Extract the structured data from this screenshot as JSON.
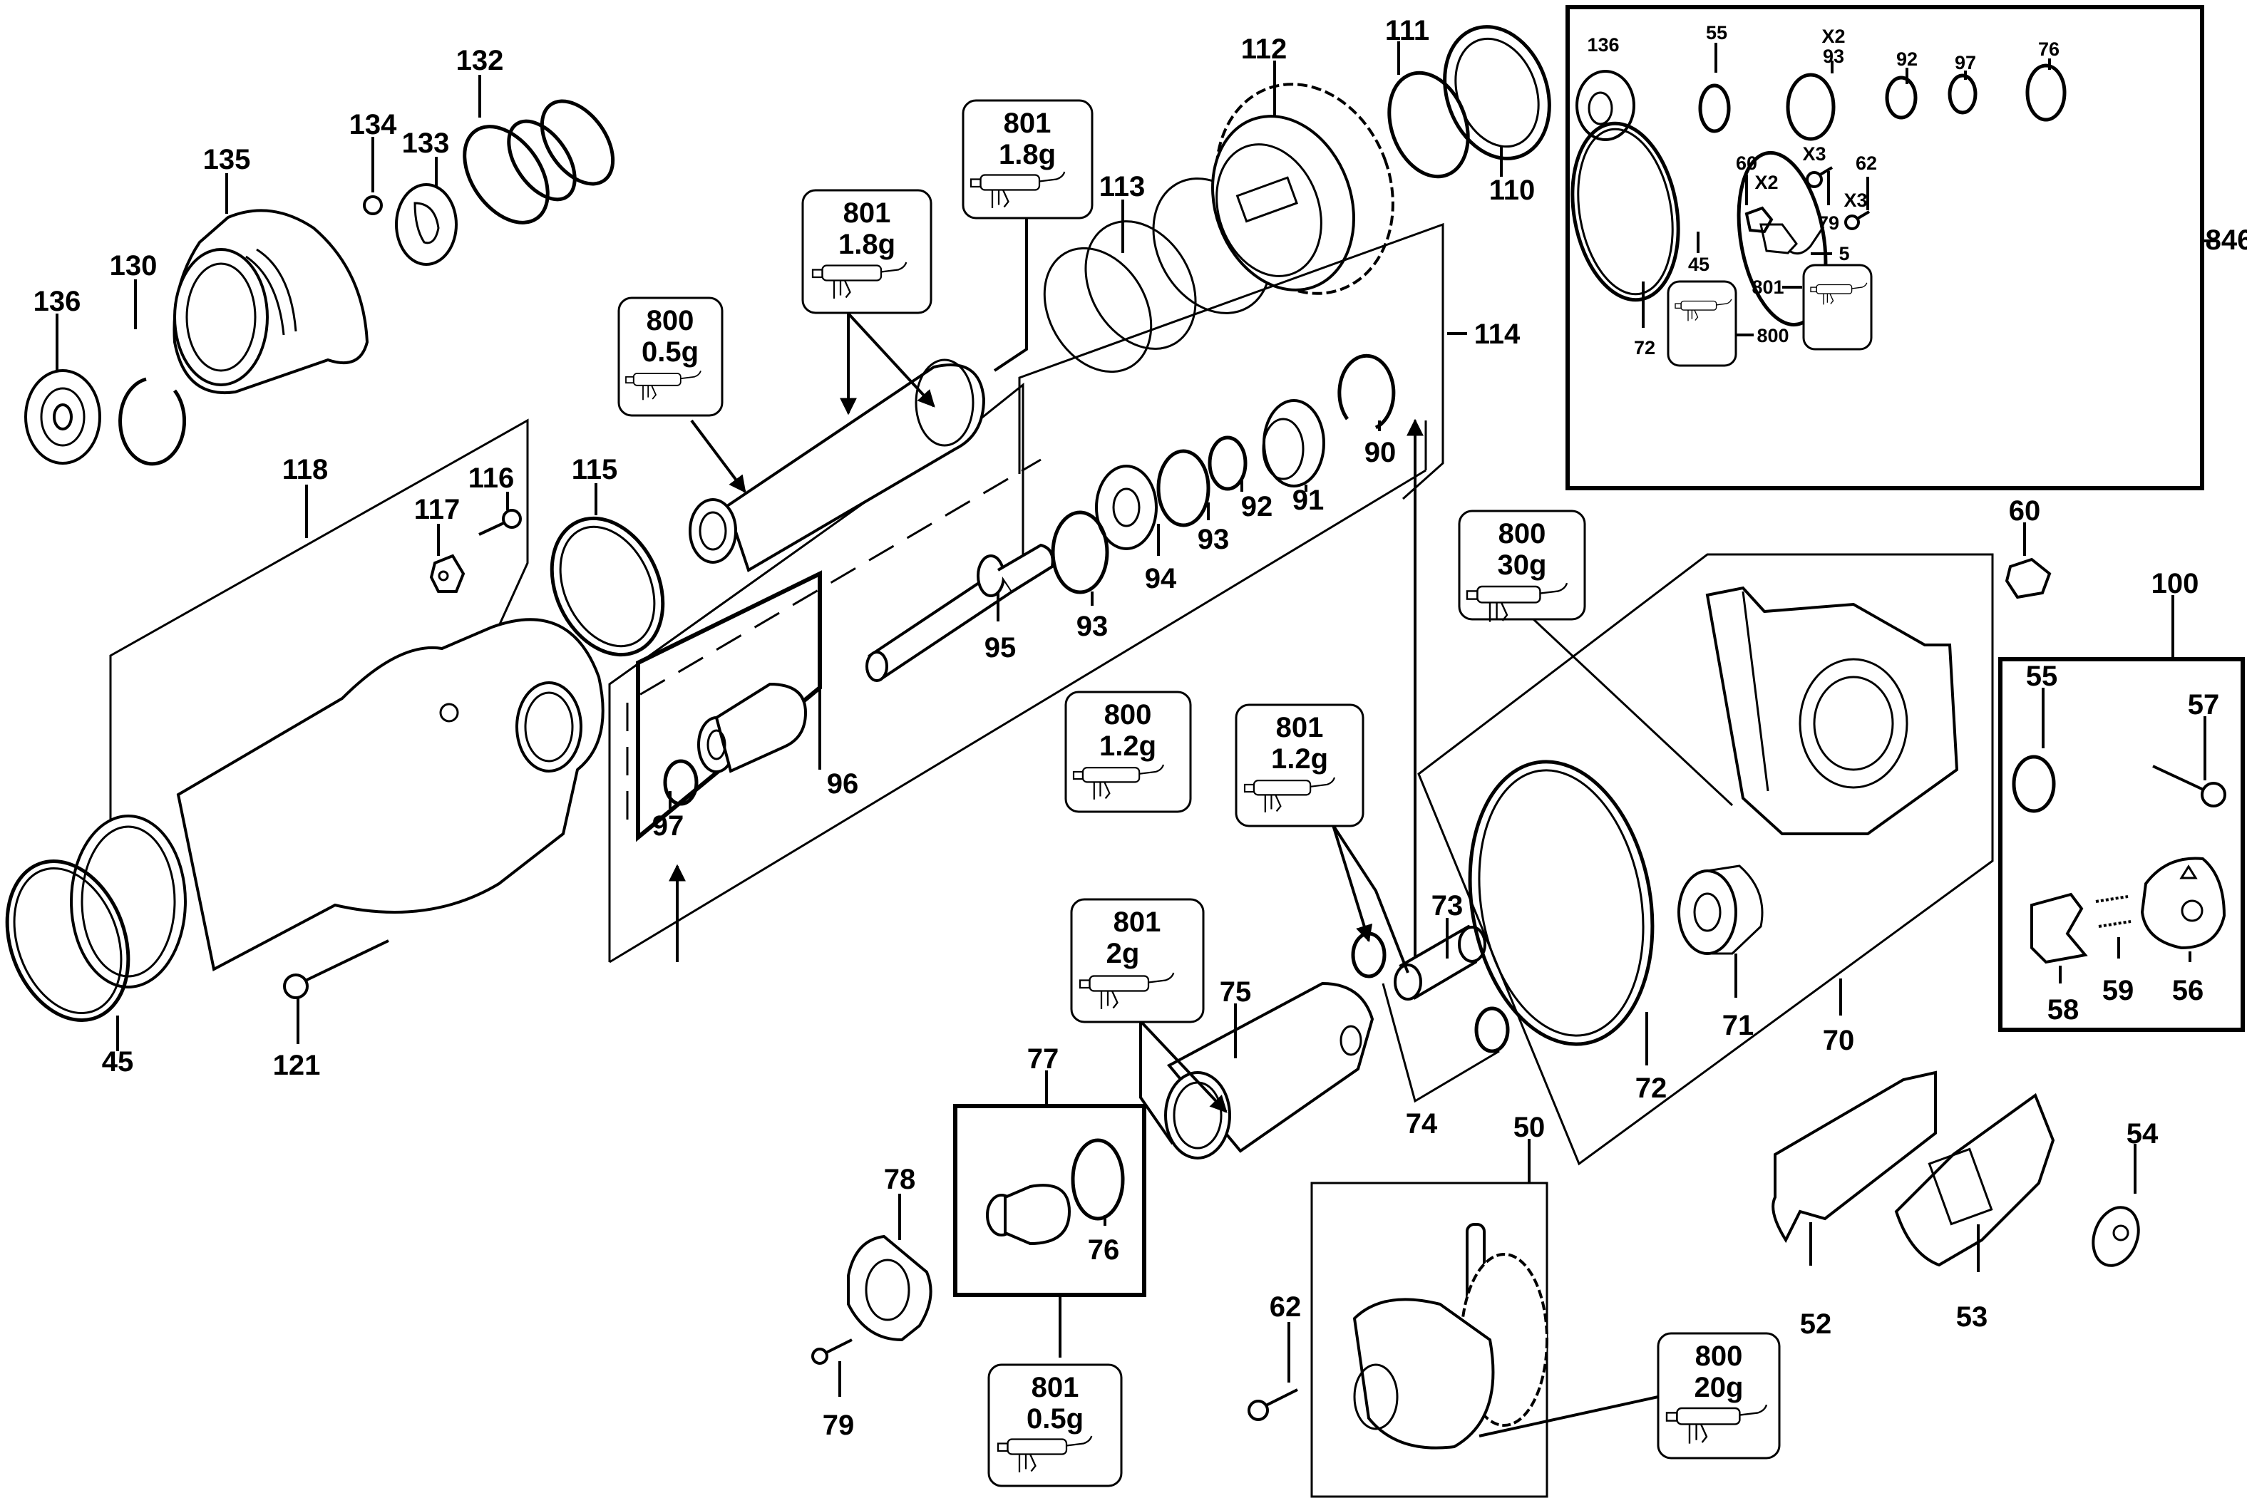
{
  "diagram": {
    "type": "exploded-parts-diagram",
    "colors": {
      "ink": "#000000",
      "background": "#ffffff"
    },
    "parts": {
      "p132": "132",
      "p134": "134",
      "p133": "133",
      "p135": "135",
      "p130": "130",
      "p136": "136",
      "p118": "118",
      "p116": "116",
      "p117": "117",
      "p115": "115",
      "p45": "45",
      "p121": "121",
      "p113": "113",
      "p112": "112",
      "p111": "111",
      "p110": "110",
      "p114": "114",
      "p90": "90",
      "p91": "91",
      "p92": "92",
      "p93a": "93",
      "p94": "94",
      "p93b": "93",
      "p95": "95",
      "p96": "96",
      "p97": "97",
      "p73": "73",
      "p74": "74",
      "p75": "75",
      "p77": "77",
      "p76": "76",
      "p78": "78",
      "p79": "79",
      "p62": "62",
      "p50": "50",
      "p72": "72",
      "p71": "71",
      "p70": "70",
      "p60": "60",
      "p100": "100",
      "p55": "55",
      "p57": "57",
      "p58": "58",
      "p59": "59",
      "p56": "56",
      "p52": "52",
      "p53": "53",
      "p54": "54"
    },
    "grease_callouts": [
      {
        "id": "g1",
        "part": "800",
        "amount": "0.5g"
      },
      {
        "id": "g2",
        "part": "801",
        "amount": "1.8g"
      },
      {
        "id": "g3",
        "part": "801",
        "amount": "1.8g"
      },
      {
        "id": "g4",
        "part": "800",
        "amount": "30g"
      },
      {
        "id": "g5",
        "part": "800",
        "amount": "1.2g"
      },
      {
        "id": "g6",
        "part": "801",
        "amount": "1.2g"
      },
      {
        "id": "g7",
        "part": "801",
        "amount": "2g"
      },
      {
        "id": "g8",
        "part": "801",
        "amount": "0.5g"
      },
      {
        "id": "g9",
        "part": "800",
        "amount": "20g"
      }
    ],
    "kit_846": {
      "label": "846",
      "items": {
        "k136": "136",
        "k55": "55",
        "k93": "93",
        "k93_qty": "X2",
        "k92": "92",
        "k97": "97",
        "k76": "76",
        "k72": "72",
        "k45": "45",
        "k60": "60",
        "k60_qty": "X2",
        "k79": "79",
        "k79_qty": "X3",
        "k62": "62",
        "k62_qty": "X3",
        "k5": "5",
        "k800": "800",
        "k801": "801"
      }
    }
  }
}
